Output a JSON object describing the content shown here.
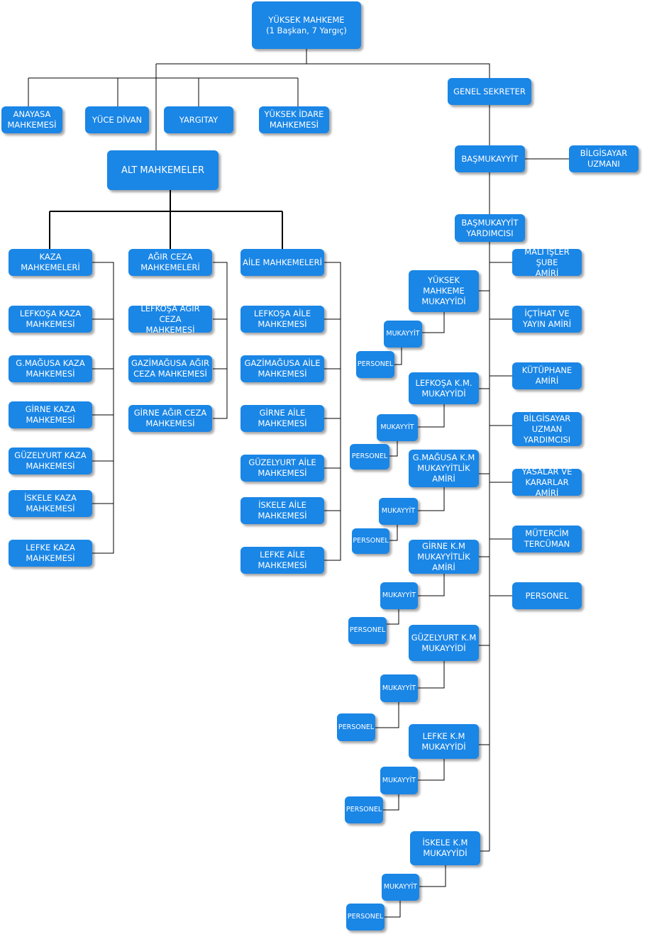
{
  "colors": {
    "box": "#1a86e6",
    "text": "#ffffff",
    "line": "#000000"
  },
  "nodes": {
    "yuksek_mahkeme": "YÜKSEK MAHKEME\n(1 Başkan, 7 Yargıç)",
    "anayasa": "ANAYASA\nMAHKEMESİ",
    "yuce_divan": "YÜCE DİVAN",
    "yargitay": "YARGITAY",
    "yuksek_idare": "YÜKSEK İDARE\nMAHKEMESİ",
    "alt_mahkemeler": "ALT MAHKEMELER",
    "kaza": "KAZA\nMAHKEMELERİ",
    "agir_ceza": "AĞIR CEZA\nMAHKEMELERİ",
    "aile": "AİLE MAHKEMELERİ",
    "lefkosa_kaza": "LEFKOŞA KAZA\nMAHKEMESİ",
    "gmagusa_kaza": "G.MAĞUSA KAZA\nMAHKEMESİ",
    "girne_kaza": "GİRNE KAZA\nMAHKEMESİ",
    "guzelyurt_kaza": "GÜZELYURT KAZA\nMAHKEMESİ",
    "iskele_kaza": "İSKELE KAZA\nMAHKEMESİ",
    "lefke_kaza": "LEFKE KAZA\nMAHKEMESİ",
    "lefkosa_agir": "LEFKOŞA AĞIR CEZA\nMAHKEMESİ",
    "gazimagusa_agir": "GAZİMAĞUSA AĞIR\nCEZA MAHKEMESİ",
    "girne_agir": "GİRNE AĞIR CEZA\nMAHKEMESİ",
    "lefkosa_aile": "LEFKOŞA AİLE\nMAHKEMESİ",
    "gazimagusa_aile": "GAZİMAĞUSA AİLE\nMAHKEMESİ",
    "girne_aile": "GİRNE AİLE\nMAHKEMESİ",
    "guzelyurt_aile": "GÜZELYURT AİLE\nMAHKEMESİ",
    "iskele_aile": "İSKELE AİLE\nMAHKEMESİ",
    "lefke_aile": "LEFKE AİLE\nMAHKEMESİ",
    "genel_sekreter": "GENEL SEKRETER",
    "basmukayyit": "BAŞMUKAYYİT",
    "bilgisayar_uzmani": "BİLGİSAYAR\nUZMANI",
    "basmukayyit_yardimcisi": "BAŞMUKAYYİT\nYARDIMCISI",
    "mali_isler": "MALİ İŞLER ŞUBE\nAMİRİ",
    "ictihat": "İÇTİHAT VE\nYAYIN AMİRİ",
    "kutuphane": "KÜTÜPHANE\nAMİRİ",
    "bilgisayar_yardimcisi": "BİLGİSAYAR\nUZMAN\nYARDIMCISI",
    "yasalar": "YASALAR VE\nKARARLAR AMİRİ",
    "mutercim": "MÜTERCİM\nTERCÜMAN",
    "personel_main": "PERSONEL",
    "ym_mukayyidi": "YÜKSEK\nMAHKEME\nMUKAYYİDİ",
    "lefkosa_km": "LEFKOŞA K.M.\nMUKAYYİDİ",
    "gmagusa_km": "G.MAĞUSA K.M\nMUKAYYİTLİK\nAMİRİ",
    "girne_km": "GİRNE K.M\nMUKAYYİTLİK\nAMİRİ",
    "guzelyurt_km": "GÜZELYURT K.M\nMUKAYYİDİ",
    "lefke_km": "LEFKE K.M\nMUKAYYİDİ",
    "iskele_km": "İSKELE K.M\nMUKAYYİDİ",
    "mukayyit": "MUKAYYİT",
    "personel": "PERSONEL"
  }
}
